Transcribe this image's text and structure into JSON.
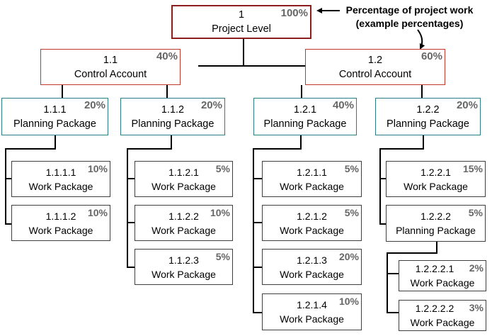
{
  "annotation": {
    "line1": "Percentage of project work",
    "line2": "(example percentages)"
  },
  "colors": {
    "project_level_border": "#8b1d1d",
    "control_account_border": "#c0392b",
    "planning_package_border": "#2a7f86",
    "work_package_border": "#3f3f3f",
    "percentage_text": "#666666"
  },
  "nodes": {
    "n1": {
      "id": "1",
      "name": "Project Level",
      "pct": "100%"
    },
    "n1_1": {
      "id": "1.1",
      "name": "Control Account",
      "pct": "40%"
    },
    "n1_2": {
      "id": "1.2",
      "name": "Control Account",
      "pct": "60%"
    },
    "n1_1_1": {
      "id": "1.1.1",
      "name": "Planning Package",
      "pct": "20%"
    },
    "n1_1_2": {
      "id": "1.1.2",
      "name": "Planning Package",
      "pct": "20%"
    },
    "n1_2_1": {
      "id": "1.2.1",
      "name": "Planning Package",
      "pct": "40%"
    },
    "n1_2_2": {
      "id": "1.2.2",
      "name": "Planning Package",
      "pct": "20%"
    },
    "n1_1_1_1": {
      "id": "1.1.1.1",
      "name": "Work Package",
      "pct": "10%"
    },
    "n1_1_1_2": {
      "id": "1.1.1.2",
      "name": "Work Package",
      "pct": "10%"
    },
    "n1_1_2_1": {
      "id": "1.1.2.1",
      "name": "Work Package",
      "pct": "5%"
    },
    "n1_1_2_2": {
      "id": "1.1.2.2",
      "name": "Work Package",
      "pct": "10%"
    },
    "n1_1_2_3": {
      "id": "1.1.2.3",
      "name": "Work Package",
      "pct": "5%"
    },
    "n1_2_1_1": {
      "id": "1.2.1.1",
      "name": "Work Package",
      "pct": "5%"
    },
    "n1_2_1_2": {
      "id": "1.2.1.2",
      "name": "Work Package",
      "pct": "5%"
    },
    "n1_2_1_3": {
      "id": "1.2.1.3",
      "name": "Work Package",
      "pct": "20%"
    },
    "n1_2_1_4": {
      "id": "1.2.1.4",
      "name": "Work Package",
      "pct": "10%"
    },
    "n1_2_2_1": {
      "id": "1.2.2.1",
      "name": "Work Package",
      "pct": "15%"
    },
    "n1_2_2_2": {
      "id": "1.2.2.2",
      "name": "Planning Package",
      "pct": "5%"
    },
    "n1_2_2_2_1": {
      "id": "1.2.2.2.1",
      "name": "Work Package",
      "pct": "2%"
    },
    "n1_2_2_2_2": {
      "id": "1.2.2.2.2",
      "name": "Work Package",
      "pct": "3%"
    }
  }
}
